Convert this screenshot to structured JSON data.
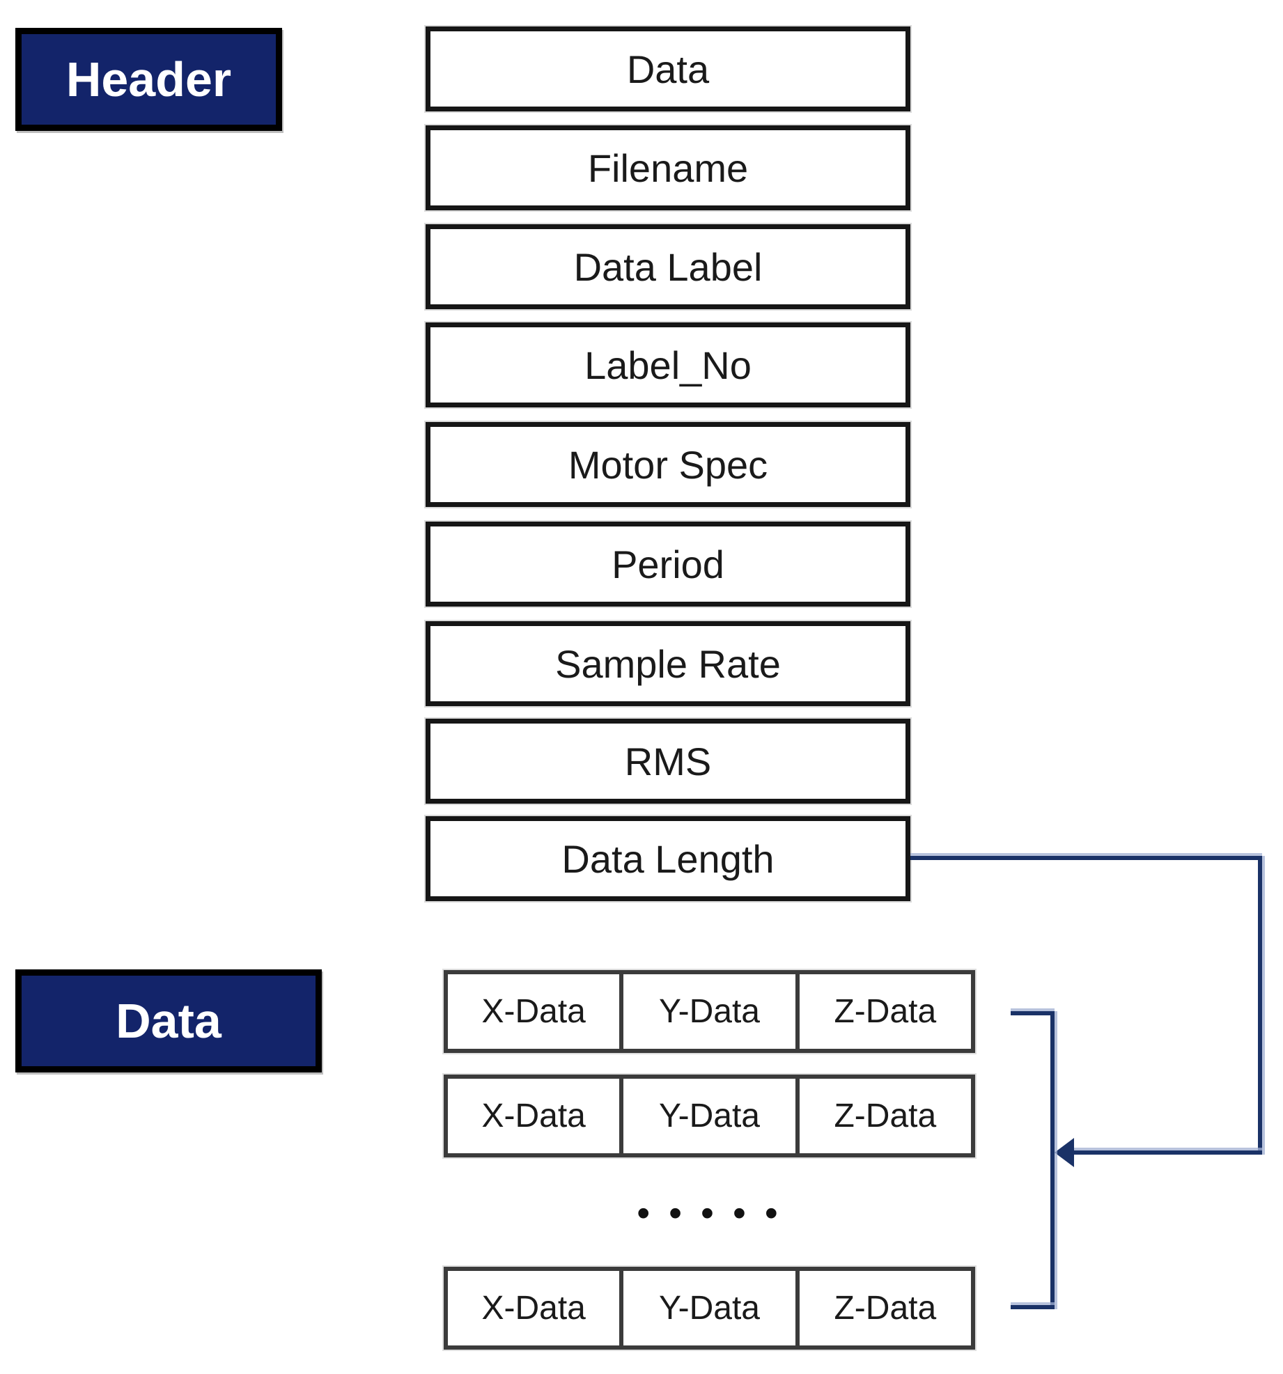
{
  "palette": {
    "section_box_fill": "#13246a",
    "section_box_text": "#ffffff",
    "field_border": "#161616",
    "cell_border": "#3b3b3b",
    "connector_line": "#1a3267",
    "background": "#ffffff"
  },
  "section_labels": {
    "header": "Header",
    "data": "Data"
  },
  "header_fields": [
    {
      "label": "Data"
    },
    {
      "label": "Filename"
    },
    {
      "label": "Data Label"
    },
    {
      "label": "Label_No"
    },
    {
      "label": "Motor Spec"
    },
    {
      "label": "Period"
    },
    {
      "label": "Sample Rate"
    },
    {
      "label": "RMS"
    },
    {
      "label": "Data Length"
    }
  ],
  "data_rows": [
    {
      "cells": [
        "X-Data",
        "Y-Data",
        "Z-Data"
      ]
    },
    {
      "cells": [
        "X-Data",
        "Y-Data",
        "Z-Data"
      ]
    },
    {
      "cells": [
        "X-Data",
        "Y-Data",
        "Z-Data"
      ]
    }
  ],
  "ellipsis": "• • • • •"
}
